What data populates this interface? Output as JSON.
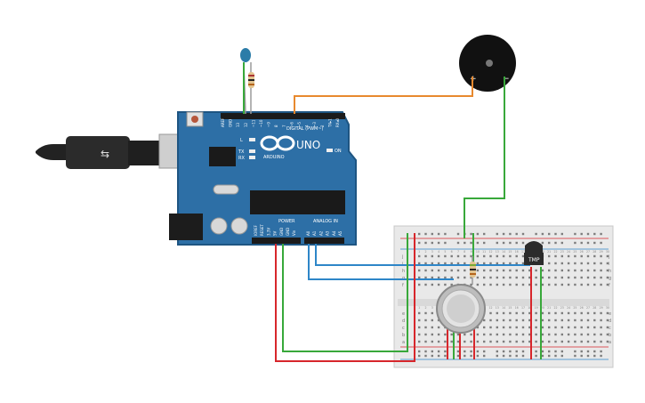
{
  "arduino": {
    "brand": "ARDUINO",
    "model": "UNO",
    "digital_header": "DIGITAL (PWM~)",
    "power_header": "POWER",
    "analog_header": "ANALOG IN",
    "on_label": "ON",
    "led_labels": [
      "L",
      "TX",
      "RX"
    ],
    "digital_pins": [
      "AREF",
      "GND",
      "13",
      "12",
      "~11",
      "~10",
      "~9",
      "8",
      "7",
      "~6",
      "~5",
      "4",
      "~3",
      "2",
      "TX▸1",
      "RX◂0"
    ],
    "power_pins": [
      "IOREF",
      "RESET",
      "3.3V",
      "5V",
      "GND",
      "GND",
      "Vin"
    ],
    "analog_pins": [
      "A0",
      "A1",
      "A2",
      "A3",
      "A4",
      "A5"
    ]
  },
  "buzzer": {
    "plus": "+",
    "minus": "−"
  },
  "sensor": {
    "label": "TMP"
  },
  "breadboard": {
    "row_letters_top": [
      "j",
      "i",
      "h",
      "g",
      "f"
    ],
    "row_letters_bottom": [
      "e",
      "d",
      "c",
      "b",
      "a"
    ],
    "column_numbers": [
      "1",
      "2",
      "3",
      "4",
      "5",
      "6",
      "7",
      "8",
      "9",
      "10",
      "11",
      "12",
      "13",
      "14",
      "15",
      "16",
      "17",
      "18",
      "19",
      "20",
      "21",
      "22",
      "23",
      "24",
      "25",
      "26",
      "27",
      "28",
      "29",
      "30"
    ]
  },
  "colors": {
    "board": "#2d6fa6",
    "board_edge": "#1e5582",
    "wire_orange": "#e8892e",
    "wire_green": "#38a83a",
    "wire_red": "#d7262b",
    "wire_blue": "#2e86c8",
    "breadboard": "#e9e9e9"
  }
}
